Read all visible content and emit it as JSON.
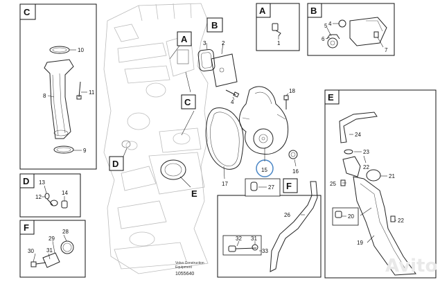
{
  "boxes": {
    "C_top": {
      "letter": "C",
      "labels": [
        "10",
        "8",
        "11",
        "9"
      ]
    },
    "D": {
      "letter": "D",
      "labels": [
        "13",
        "12",
        "14"
      ]
    },
    "F_left": {
      "letter": "F",
      "labels": [
        "28",
        "29",
        "30",
        "31"
      ]
    },
    "A": {
      "letter": "A",
      "labels": [
        "1"
      ]
    },
    "B": {
      "letter": "B",
      "labels": [
        "5",
        "6",
        "4",
        "7"
      ]
    },
    "E": {
      "letter": "E",
      "labels": [
        "24",
        "23",
        "22",
        "21",
        "25",
        "20",
        "22",
        "19"
      ]
    },
    "F_inner": {
      "letter": "F",
      "labels": [
        "27",
        "26",
        "32",
        "31",
        "33"
      ]
    }
  },
  "callouts": {
    "A": "A",
    "B": "B",
    "C_upper": "C",
    "C_lower": "C",
    "D": "D",
    "E": "E"
  },
  "main_labels": {
    "n3": "3",
    "n2": "2",
    "n4": "4",
    "n18": "18",
    "n16": "16",
    "n17": "17",
    "n15": "15"
  },
  "footer": {
    "line1": "Volvo Construction",
    "line2": "Equipment",
    "code": "1055640"
  },
  "watermark": "Avito"
}
